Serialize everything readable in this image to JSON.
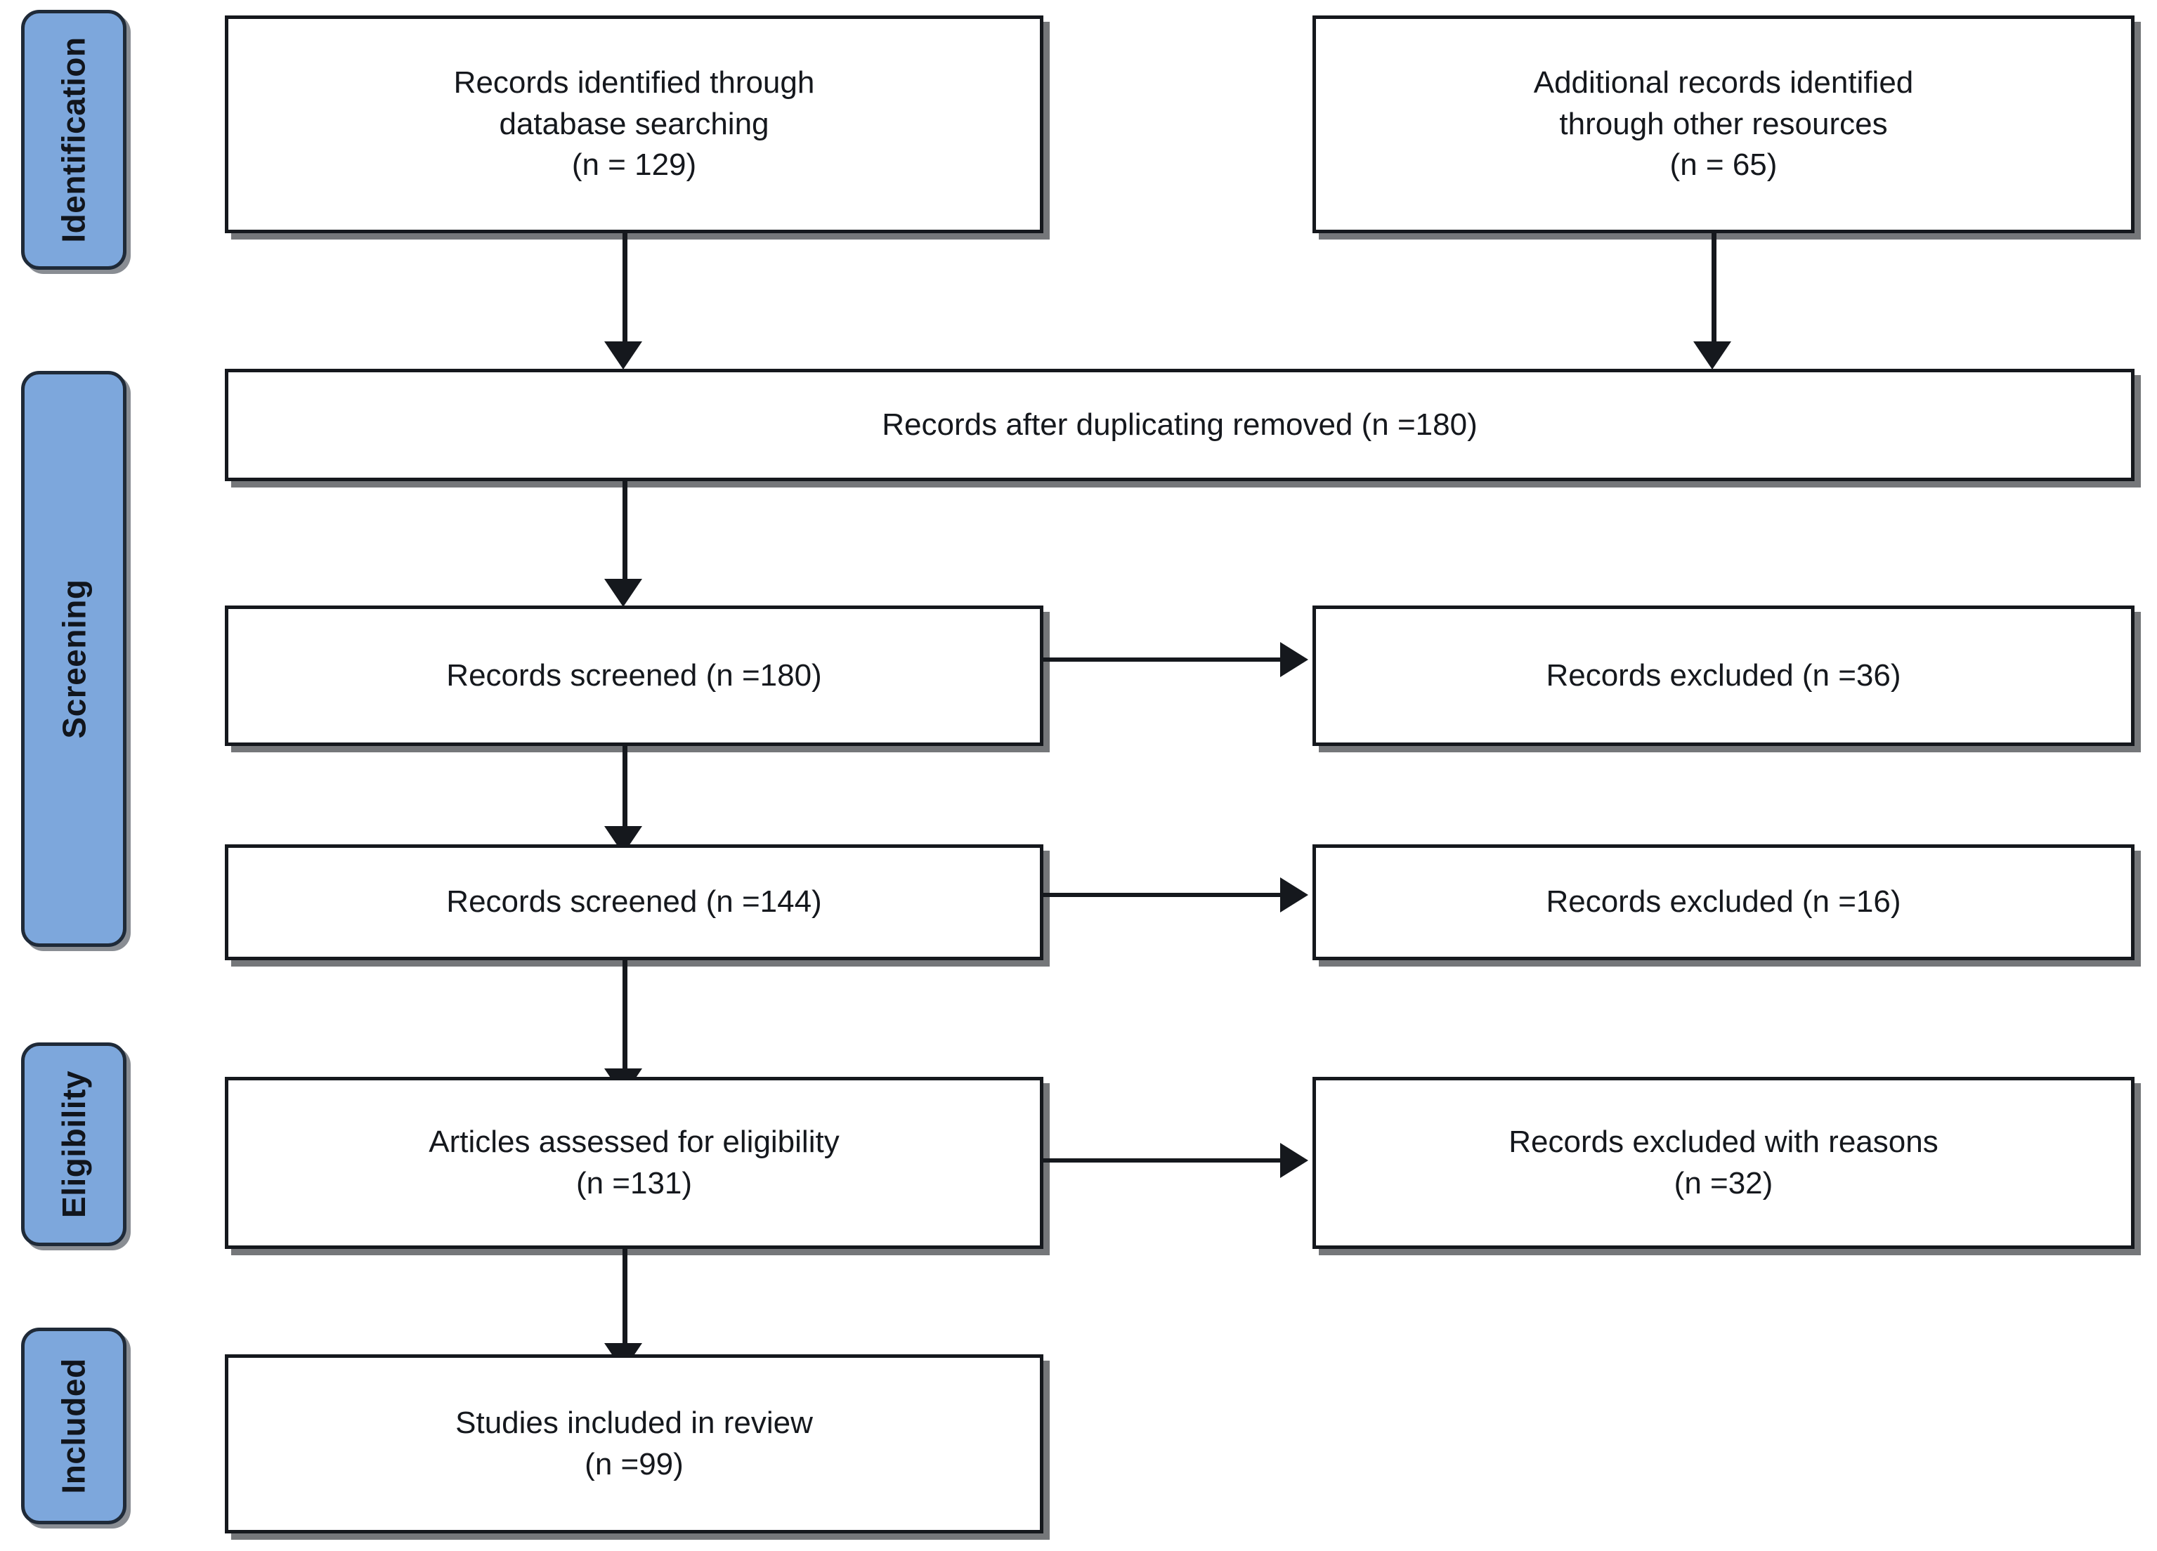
{
  "diagram": {
    "type": "PRISMA flow diagram",
    "stages": [
      {
        "label": "Identification"
      },
      {
        "label": "Screening"
      },
      {
        "label": "Eligibility"
      },
      {
        "label": "Included"
      }
    ],
    "boxes": [
      {
        "id": "records-identified-database",
        "text": "Records identified through\ndatabase searching\n(n = 129)"
      },
      {
        "id": "additional-records-other",
        "text": "Additional records identified\nthrough other resources\n(n = 65)"
      },
      {
        "id": "records-after-duplicates",
        "text": "Records after duplicating removed (n =180)"
      },
      {
        "id": "records-screened-180",
        "text": "Records screened (n =180)"
      },
      {
        "id": "records-excluded-36",
        "text": "Records excluded (n =36)"
      },
      {
        "id": "records-screened-144",
        "text": "Records screened (n =144)"
      },
      {
        "id": "records-excluded-16",
        "text": "Records excluded (n =16)"
      },
      {
        "id": "articles-assessed-eligibility",
        "text": "Articles assessed for eligibility\n(n =131)"
      },
      {
        "id": "records-excluded-reasons",
        "text": "Records excluded with reasons\n(n =32)"
      },
      {
        "id": "studies-included-review",
        "text": "Studies included in review\n(n =99)"
      }
    ],
    "colors": {
      "stage_fill": "#7DA7DC",
      "stage_border": "#1F2A38",
      "box_border": "#15181D",
      "text": "#15181D",
      "background": "#FFFFFF"
    }
  },
  "chart_data": {
    "type": "diagram",
    "title": "PRISMA flow diagram",
    "nodes": [
      {
        "stage": "Identification",
        "label": "Records identified through database searching",
        "n": 129
      },
      {
        "stage": "Identification",
        "label": "Additional records identified through other resources",
        "n": 65
      },
      {
        "stage": "Screening",
        "label": "Records after duplicating removed",
        "n": 180
      },
      {
        "stage": "Screening",
        "label": "Records screened",
        "n": 180
      },
      {
        "stage": "Screening",
        "label": "Records excluded",
        "n": 36
      },
      {
        "stage": "Screening",
        "label": "Records screened",
        "n": 144
      },
      {
        "stage": "Screening",
        "label": "Records excluded",
        "n": 16
      },
      {
        "stage": "Eligibility",
        "label": "Articles assessed for eligibility",
        "n": 131
      },
      {
        "stage": "Eligibility",
        "label": "Records excluded with reasons",
        "n": 32
      },
      {
        "stage": "Included",
        "label": "Studies included in review",
        "n": 99
      }
    ]
  }
}
